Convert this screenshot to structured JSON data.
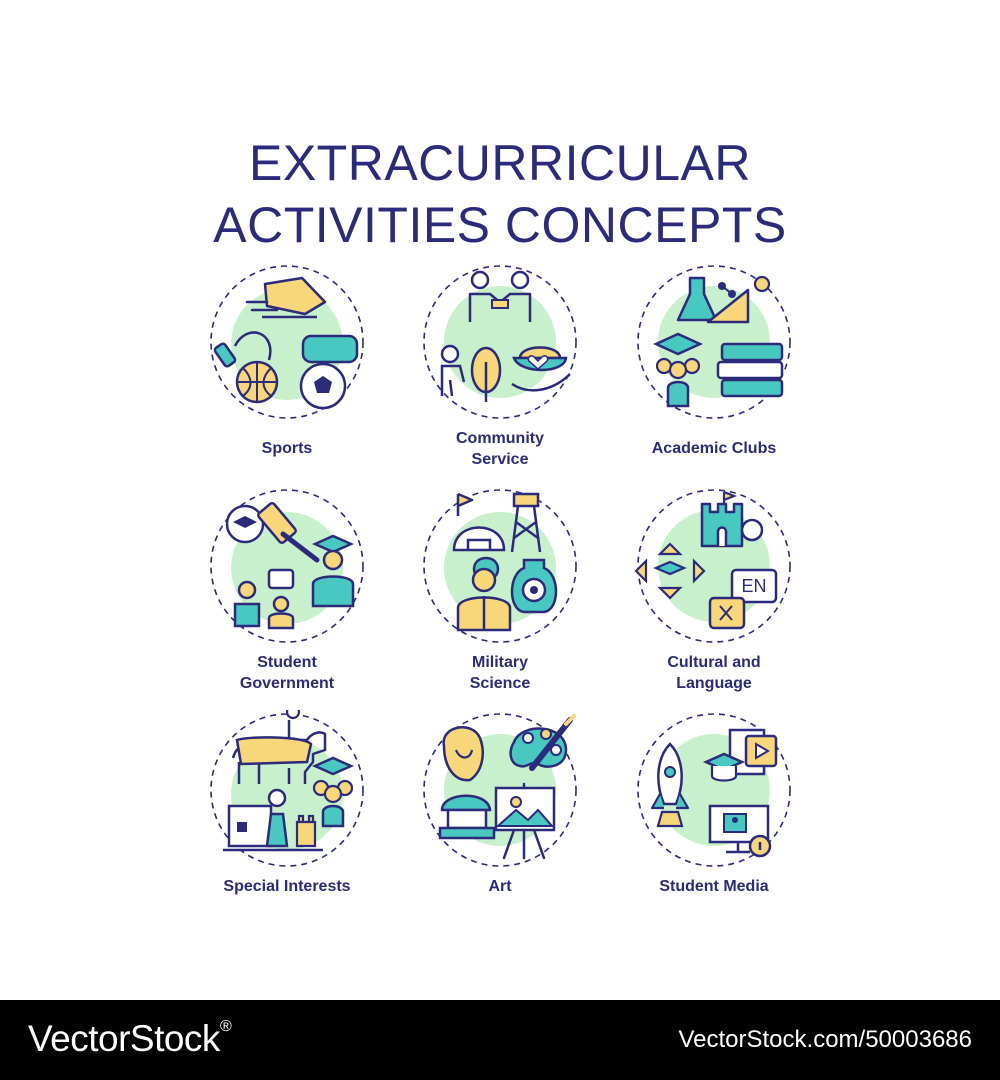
{
  "title_lines": [
    "EXTRACURRICULAR",
    "ACTIVITIES CONCEPTS"
  ],
  "colors": {
    "title": "#2c2a7a",
    "outline": "#2c2a7a",
    "green": "#c8f0cc",
    "mint": "#a8e6c2",
    "yellow": "#f7d77a",
    "teal": "#48c8c0"
  },
  "concepts": [
    {
      "icon": "sports-icon",
      "label_lines": [
        "Sports"
      ]
    },
    {
      "icon": "community-service-icon",
      "label_lines": [
        "Community",
        "Service"
      ]
    },
    {
      "icon": "academic-clubs-icon",
      "label_lines": [
        "Academic Clubs"
      ]
    },
    {
      "icon": "student-government-icon",
      "label_lines": [
        "Student",
        "Government"
      ]
    },
    {
      "icon": "military-science-icon",
      "label_lines": [
        "Military",
        "Science"
      ]
    },
    {
      "icon": "cultural-language-icon",
      "label_lines": [
        "Cultural and",
        "Language"
      ],
      "badge_text": "EN"
    },
    {
      "icon": "special-interests-icon",
      "label_lines": [
        "Special Interests"
      ]
    },
    {
      "icon": "art-icon",
      "label_lines": [
        "Art"
      ]
    },
    {
      "icon": "student-media-icon",
      "label_lines": [
        "Student Media"
      ]
    }
  ],
  "footer": {
    "brand": "VectorStock",
    "brand_mark": "®",
    "image_id": "VectorStock.com/50003686"
  }
}
